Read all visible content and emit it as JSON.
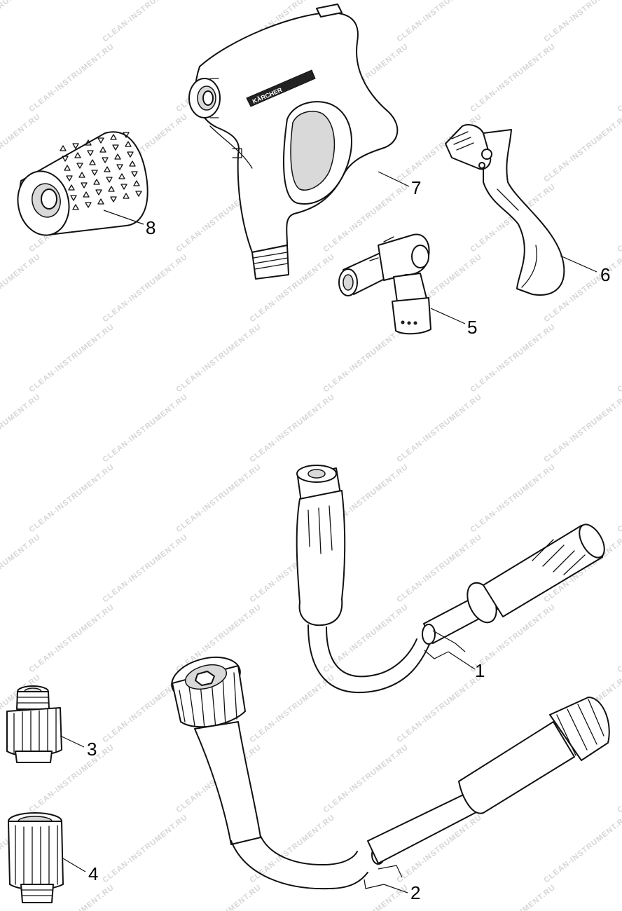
{
  "watermark": "CLEAN-INSTRUMENT.RU",
  "brand_text": "KÄRCHER",
  "parts": [
    {
      "label": "1",
      "name": "hose-curved-handle"
    },
    {
      "label": "2",
      "name": "hose-angled-tube"
    },
    {
      "label": "3",
      "name": "adapter-nipple"
    },
    {
      "label": "4",
      "name": "adapter-nut"
    },
    {
      "label": "5",
      "name": "angle-connector"
    },
    {
      "label": "6",
      "name": "trigger-lever"
    },
    {
      "label": "7",
      "name": "spray-gun"
    },
    {
      "label": "8",
      "name": "filter-sleeve"
    }
  ]
}
